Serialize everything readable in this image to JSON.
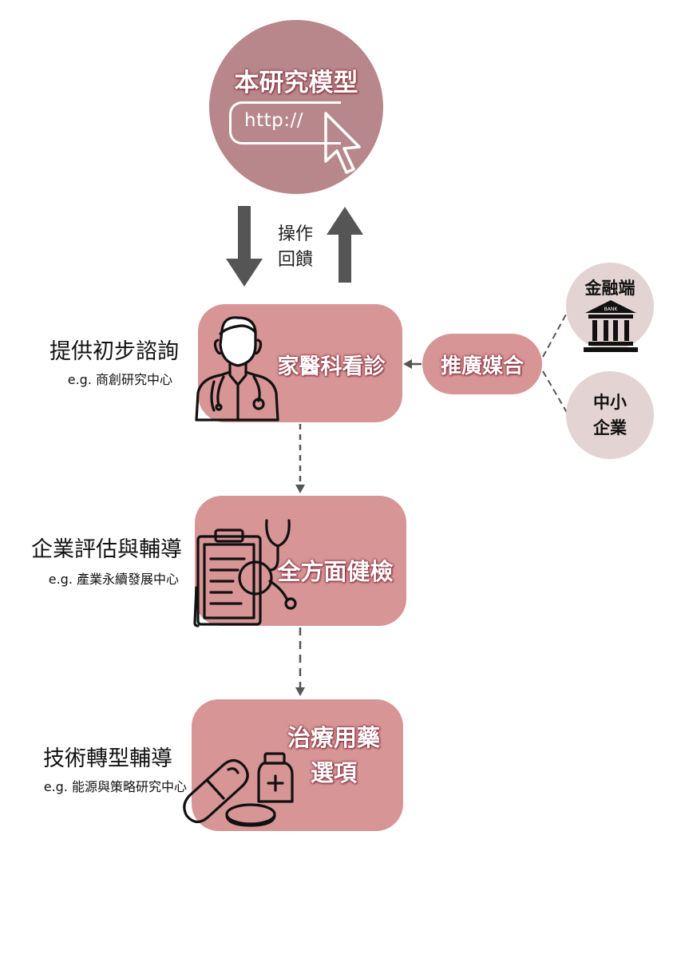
{
  "model": {
    "title": "本研究模型",
    "url_text": "http://"
  },
  "feedback_label": "操作\n回饋",
  "steps": [
    {
      "label": "家醫科看診",
      "icon": "doctor-icon",
      "desc_title": "提供初步諮詢",
      "desc_sub": "e.g. 商創研究中心"
    },
    {
      "label": "全方面健檢",
      "icon": "clipboard-stethoscope-icon",
      "desc_title": "企業評估與輔導",
      "desc_sub": "e.g. 產業永續發展中心"
    },
    {
      "label": "治療用藥\n選項",
      "icon": "pills-icon",
      "desc_title": "技術轉型輔導",
      "desc_sub": "e.g. 能源與策略研究中心"
    }
  ],
  "promotion": {
    "label": "推廣媒合"
  },
  "partners": {
    "finance": {
      "label": "金融端",
      "icon": "bank-icon",
      "icon_text": "BANK"
    },
    "sme": {
      "label": "中小\n企業"
    }
  },
  "colors": {
    "circle": "#b8878b",
    "box": "#d79596",
    "partner_circle": "#e3d4d3",
    "arrow": "#555555",
    "title_outline": "#8a2e3c"
  }
}
